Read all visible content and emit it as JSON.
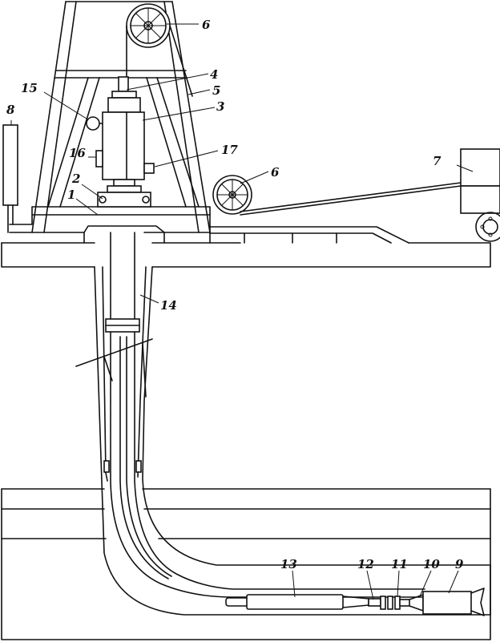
{
  "labels": {
    "l1": "1",
    "l2": "2",
    "l3": "3",
    "l4": "4",
    "l5": "5",
    "l6a": "6",
    "l6b": "6",
    "l7": "7",
    "l8": "8",
    "l9": "9",
    "l10": "10",
    "l11": "11",
    "l12": "12",
    "l13": "13",
    "l14": "14",
    "l15": "15",
    "l16": "16",
    "l17": "17"
  },
  "colors": {
    "stroke": "#111111",
    "background": "#ffffff"
  }
}
